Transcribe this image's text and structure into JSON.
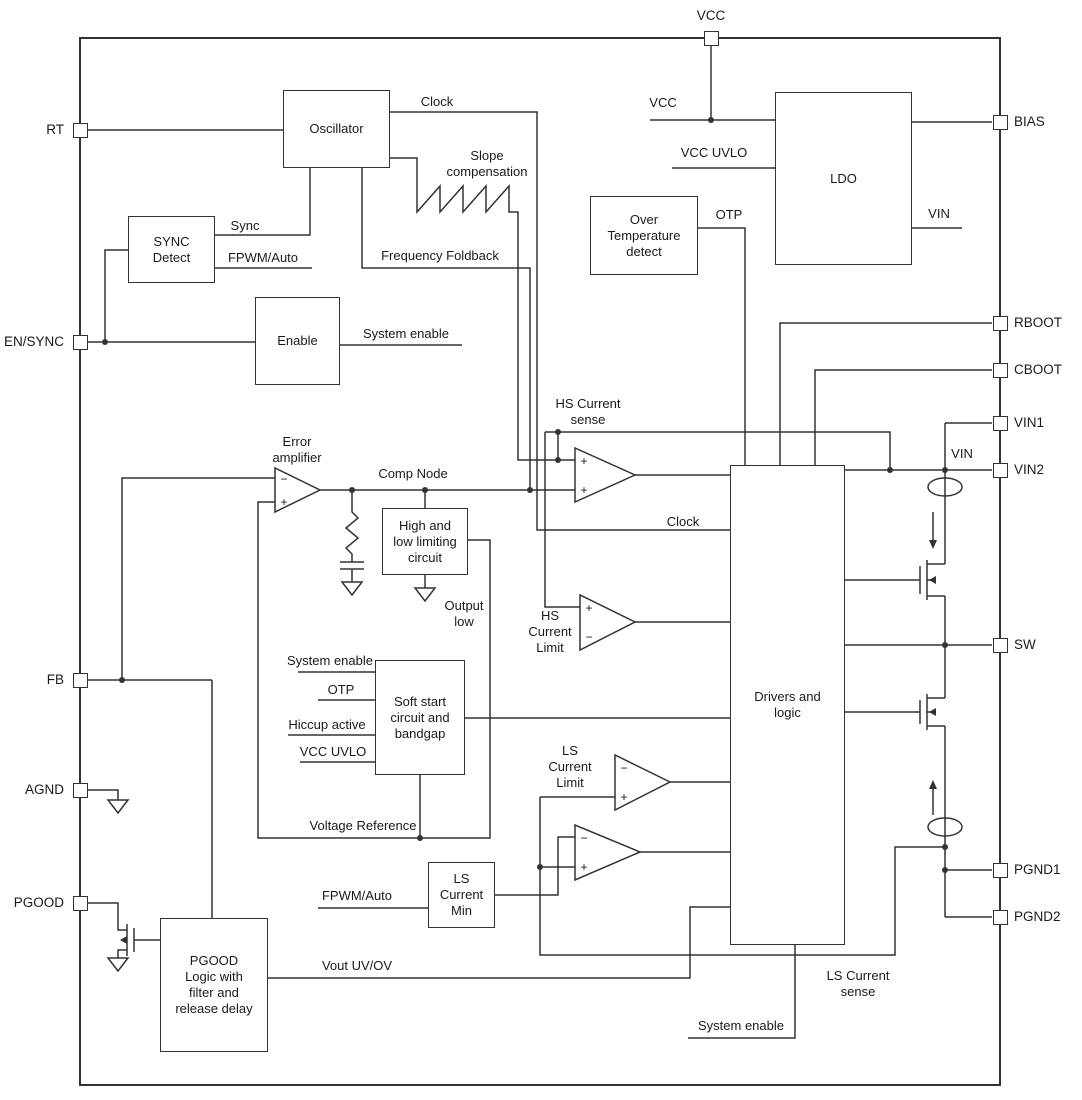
{
  "pins": {
    "vcc": "VCC",
    "rt": "RT",
    "en_sync": "EN/SYNC",
    "fb": "FB",
    "agnd": "AGND",
    "pgood": "PGOOD",
    "bias": "BIAS",
    "rboot": "RBOOT",
    "cboot": "CBOOT",
    "vin1": "VIN1",
    "vin2": "VIN2",
    "sw": "SW",
    "pgnd1": "PGND1",
    "pgnd2": "PGND2"
  },
  "blocks": {
    "oscillator": "Oscillator",
    "sync_detect": "SYNC\nDetect",
    "enable": "Enable",
    "over_temp": "Over\nTemperature\ndetect",
    "ldo": "LDO",
    "high_low_limiting": "High and\nlow limiting\ncircuit",
    "soft_start": "Soft start\ncircuit and\nbandgap",
    "ls_current_min": "LS\nCurrent\nMin",
    "pgood_logic": "PGOOD\nLogic with\nfilter and\nrelease delay",
    "drivers_logic": "Drivers and\nlogic"
  },
  "labels": {
    "clock_top": "Clock",
    "slope_compensation": "Slope\ncompensation",
    "sync": "Sync",
    "fpwm_auto_top": "FPWM/Auto",
    "frequency_foldback": "Frequency Foldback",
    "system_enable_top": "System enable",
    "vcc_ldo_in": "VCC",
    "vcc_uvlo_ldo": "VCC UVLO",
    "otp_out": "OTP",
    "vin_ldo": "VIN",
    "hs_current_sense": "HS Current\nsense",
    "error_amplifier": "Error\namplifier",
    "comp_node": "Comp Node",
    "output_low": "Output\nlow",
    "hs_current_limit": "HS\nCurrent\nLimit",
    "system_enable_ss": "System enable",
    "otp_ss": "OTP",
    "hiccup_active": "Hiccup active",
    "vcc_uvlo_ss": "VCC UVLO",
    "voltage_reference": "Voltage Reference",
    "ls_current_limit": "LS\nCurrent\nLimit",
    "fpwm_auto_min": "FPWM/Auto",
    "vout_uv_ov": "Vout UV/OV",
    "ls_current_sense": "LS Current\nsense",
    "system_enable_bottom": "System enable",
    "clock_drivers": "Clock",
    "vin_rail": "VIN"
  },
  "signs": {
    "error_amp_top": "−",
    "error_amp_bottom": "+",
    "pwm_top": "+",
    "pwm_bottom": "+",
    "hs_limit_top": "+",
    "hs_limit_bottom": "−",
    "ls_limit_top": "−",
    "ls_limit_bottom": "+",
    "ls_sense_top": "−",
    "ls_sense_bottom": "+"
  },
  "colors": {
    "line": "#333333",
    "text": "#1a1a1a",
    "background": "#ffffff"
  }
}
